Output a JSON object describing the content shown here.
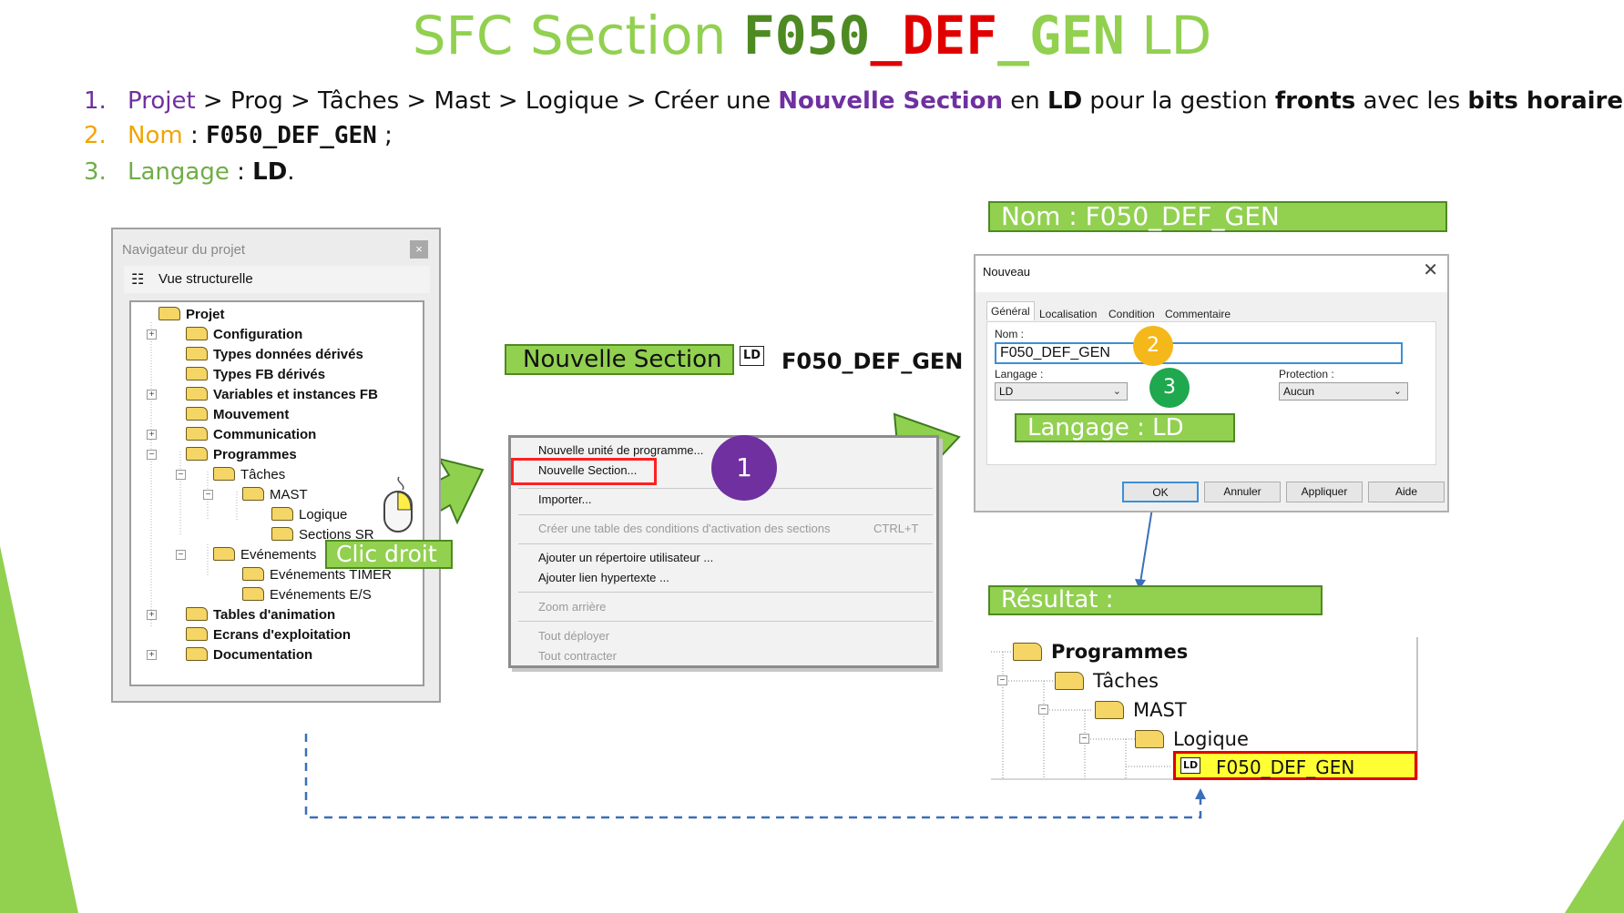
{
  "title": {
    "part1": "SFC Section ",
    "part2": "F050",
    "part3": "_DEF",
    "part4": "_GEN",
    "part5": " LD"
  },
  "steps": [
    {
      "num": "1.",
      "a": "Projet",
      "b": " > Prog > Tâches > Mast > Logique > Créer une ",
      "c": "Nouvelle Section",
      "d": " en ",
      "e": "LD",
      "f": " pour la gestion ",
      "g": "fronts",
      "h": " avec les ",
      "i": "bits horaires",
      "j": " ;"
    },
    {
      "num": "2.",
      "a": "Nom",
      "b": " : ",
      "c": "F050_DEF_GEN",
      "d": " ;"
    },
    {
      "num": "3.",
      "a": "Langage",
      "b": " : ",
      "c": "LD",
      "d": "."
    }
  ],
  "navigator": {
    "header": "Navigateur du projet",
    "close": "×",
    "view": "Vue structurelle",
    "items": [
      "Projet",
      "Configuration",
      "Types données dérivés",
      "Types FB dérivés",
      "Variables et instances FB",
      "Mouvement",
      "Communication",
      "Programmes",
      "Tâches",
      "MAST",
      "Logique",
      "Sections SR",
      "Evénements",
      "Evénements TIMER",
      "Evénements E/S",
      "Tables d'animation",
      "Ecrans d'exploitation",
      "Documentation"
    ]
  },
  "labels": {
    "clic_droit": "Clic droit",
    "nouvelle_section": "Nouvelle Section",
    "ld_name": "F050_DEF_GEN",
    "nom_bar": "Nom : F050_DEF_GEN",
    "langage_bar": "Langage : LD",
    "resultat": "Résultat :"
  },
  "context_menu": {
    "items": [
      "Nouvelle unité de programme...",
      "Nouvelle Section...",
      "Importer...",
      "Créer une table des conditions d'activation des sections",
      "Ajouter un répertoire utilisateur ...",
      "Ajouter lien hypertexte ...",
      "Zoom arrière",
      "Tout déployer",
      "Tout contracter"
    ],
    "shortcut": "CTRL+T"
  },
  "circles": {
    "one": "1",
    "two": "2",
    "three": "3"
  },
  "dialog": {
    "title": "Nouveau",
    "close": "✕",
    "tabs": [
      "Général",
      "Localisation",
      "Condition",
      "Commentaire"
    ],
    "nom_label": "Nom :",
    "nom_value": "F050_DEF_GEN",
    "langage_label": "Langage :",
    "langage_value": "LD",
    "protection_label": "Protection :",
    "protection_value": "Aucun",
    "buttons": [
      "OK",
      "Annuler",
      "Appliquer",
      "Aide"
    ]
  },
  "result_tree": {
    "items": [
      "Programmes",
      "Tâches",
      "MAST",
      "Logique",
      "F050_DEF_GEN"
    ],
    "ld_icon": "LD"
  },
  "colors": {
    "green": "#92d050",
    "dark_green": "#4e8a22",
    "red": "#e00000",
    "purple": "#7030a0",
    "orange": "#f0a500",
    "blue": "#3b6fb6"
  }
}
